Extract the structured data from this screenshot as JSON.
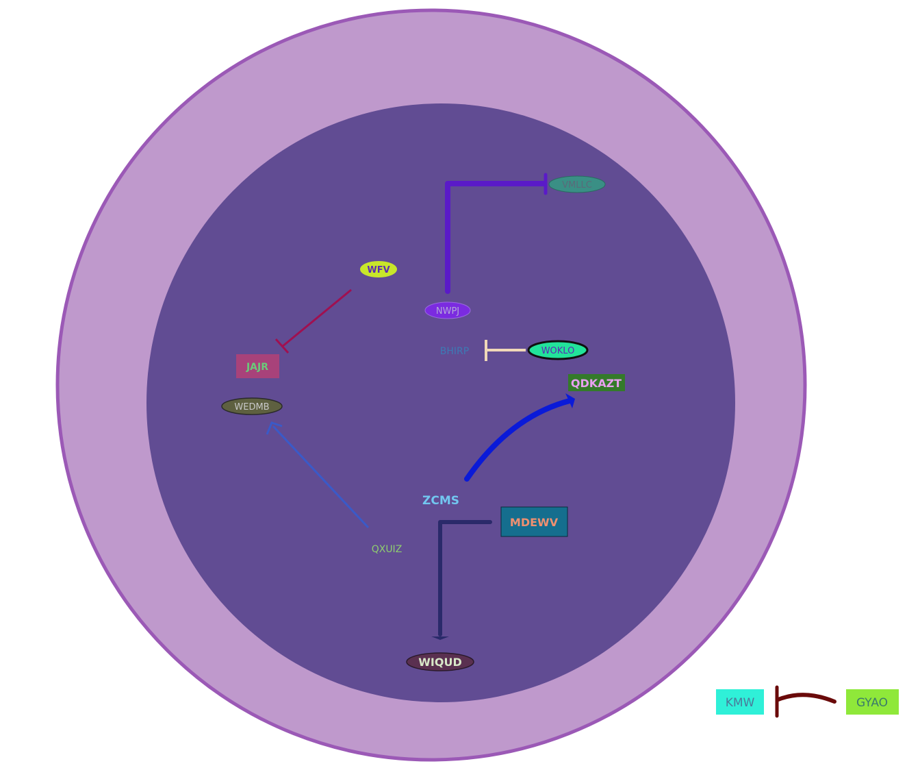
{
  "colors": {
    "outer_membrane_fill": "#bf99cc",
    "outer_membrane_stroke": "#9b59b6",
    "inner_compartment_fill": "#614c93"
  },
  "nodes": {
    "vmllc": {
      "label": "VMLLC",
      "shape": "ellipse",
      "fill": "#3a8f85",
      "text_color": "#5a6a7a"
    },
    "wfv": {
      "label": "WFV",
      "shape": "ellipse",
      "fill": "#c8e62a",
      "text_color": "#5a2ab4"
    },
    "nwpj": {
      "label": "NWPJ",
      "shape": "ellipse",
      "fill": "#7b2be0",
      "text_color": "#b4a8d8"
    },
    "bhirp": {
      "label": "BHIRP",
      "shape": "text",
      "text_color": "#3d7ab5"
    },
    "woklo": {
      "label": "WOKLO",
      "shape": "ellipse",
      "fill": "#22e39a",
      "text_color": "#5a2ab4"
    },
    "jajr": {
      "label": "JAJR",
      "shape": "rectangle",
      "fill": "#a8427a",
      "text_color": "#6acb7a"
    },
    "qdkazt": {
      "label": "QDKAZT",
      "shape": "rectangle",
      "fill": "#347a2a",
      "text_color": "#e8a0f0"
    },
    "wedmb": {
      "label": "WEDMB",
      "shape": "ellipse",
      "fill": "#5e6040",
      "text_color": "#c8c8c8"
    },
    "zcms": {
      "label": "ZCMS",
      "shape": "text",
      "text_color": "#72c7f0"
    },
    "mdewv": {
      "label": "MDEWV",
      "shape": "rectangle",
      "fill": "#156e8e",
      "text_color": "#f09070"
    },
    "qxuiz": {
      "label": "QXUIZ",
      "shape": "text",
      "text_color": "#8fce6f"
    },
    "wiqud": {
      "label": "WIQUD",
      "shape": "ellipse",
      "fill": "#5a3050",
      "text_color": "#d8e8c8"
    },
    "kmw": {
      "label": "KMW",
      "shape": "rectangle",
      "fill": "#2ff0d8",
      "text_color": "#4a7a9a"
    },
    "gyao": {
      "label": "GYAO",
      "shape": "rectangle",
      "fill": "#8fe83a",
      "text_color": "#3a7a6a"
    }
  },
  "edges": [
    {
      "from": "NWPJ",
      "to": "VMLLC",
      "type": "inhibition",
      "color": "#5a1ac8"
    },
    {
      "from": "WFV",
      "to": "JAJR",
      "type": "inhibition",
      "color": "#a01050"
    },
    {
      "from": "WOKLO",
      "to": "BHIRP",
      "type": "inhibition",
      "color": "#f0d8b8"
    },
    {
      "from": "ZCMS",
      "to": "QDKAZT",
      "type": "activation",
      "color": "#0a1ad8"
    },
    {
      "from": "QXUIZ",
      "to": "WEDMB",
      "type": "activation",
      "color": "#3a5ac8"
    },
    {
      "from": "MDEWV",
      "to": "WIQUD",
      "type": "activation",
      "color": "#2a2a6a"
    },
    {
      "from": "GYAO",
      "to": "KMW",
      "type": "inhibition",
      "color": "#6a0a0a"
    }
  ]
}
